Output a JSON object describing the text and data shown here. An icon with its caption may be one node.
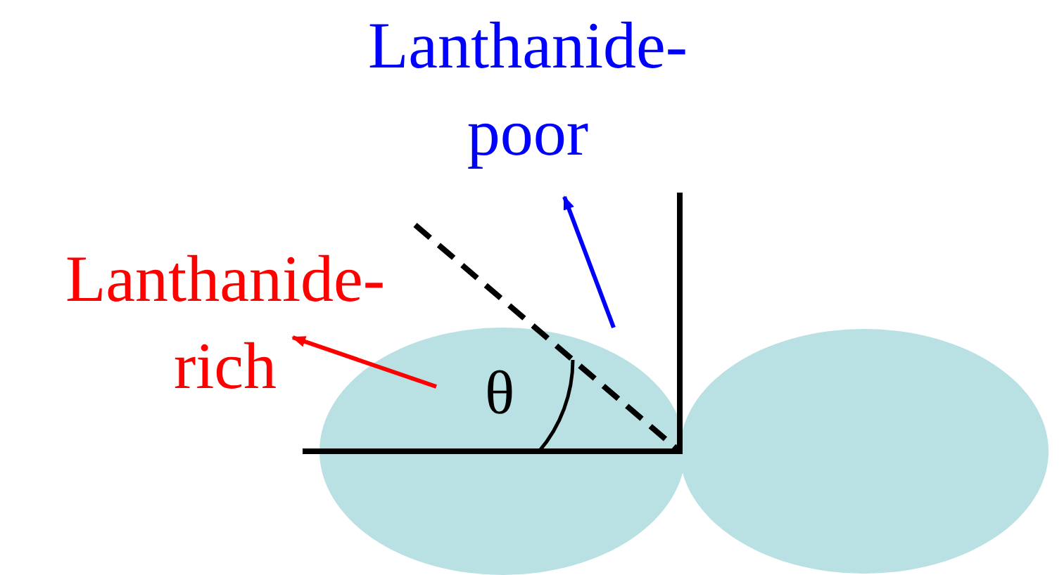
{
  "diagram": {
    "labels": [
      "Lanthanide- poor",
      "Lanthanide- rich",
      "θ"
    ]
  }
}
